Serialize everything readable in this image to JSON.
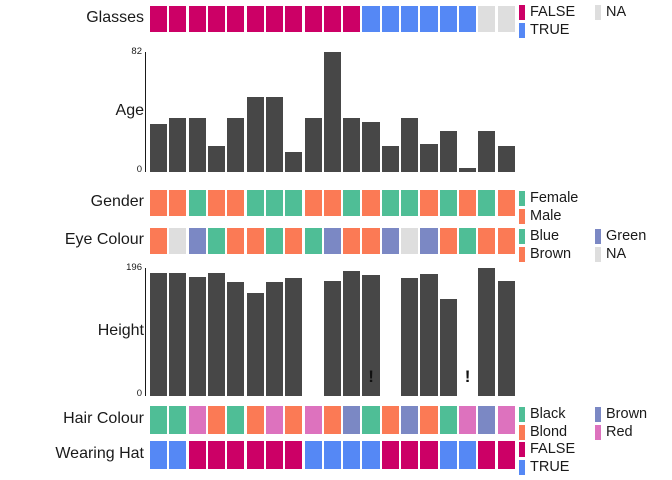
{
  "chart_data": {
    "type": "table",
    "title": "",
    "n_observations": 19,
    "panels": [
      {
        "name": "Glasses",
        "label": "Glasses",
        "type": "categorical-strip",
        "values": [
          "FALSE",
          "FALSE",
          "FALSE",
          "FALSE",
          "FALSE",
          "FALSE",
          "FALSE",
          "FALSE",
          "FALSE",
          "FALSE",
          "FALSE",
          "TRUE",
          "TRUE",
          "TRUE",
          "TRUE",
          "TRUE",
          "TRUE",
          "NA",
          "NA"
        ],
        "legend": [
          {
            "label": "FALSE",
            "color": "#CC0066",
            "col": 0
          },
          {
            "label": "TRUE",
            "color": "#5588F5",
            "col": 0
          },
          {
            "label": "NA",
            "color": "#DEDEDE",
            "col": 1
          }
        ]
      },
      {
        "name": "Age",
        "label": "Age",
        "type": "bar",
        "ylim": [
          0,
          82
        ],
        "ytick_labels": [
          "82",
          "0"
        ],
        "values": [
          33,
          37,
          37,
          18,
          37,
          51,
          51,
          14,
          37,
          82,
          37,
          34,
          18,
          37,
          19,
          28,
          3,
          28,
          18
        ]
      },
      {
        "name": "Gender",
        "label": "Gender",
        "type": "categorical-strip",
        "values": [
          "Male",
          "Male",
          "Female",
          "Male",
          "Male",
          "Female",
          "Female",
          "Female",
          "Male",
          "Male",
          "Female",
          "Male",
          "Female",
          "Female",
          "Male",
          "Female",
          "Male",
          "Female",
          "Male"
        ],
        "legend": [
          {
            "label": "Female",
            "color": "#4FBE96",
            "col": 0
          },
          {
            "label": "Male",
            "color": "#FB7A55",
            "col": 0
          }
        ]
      },
      {
        "name": "Eye Colour",
        "label": "Eye Colour",
        "type": "categorical-strip",
        "values": [
          "Brown",
          "NA",
          "Green",
          "Blue",
          "Brown",
          "Brown",
          "Blue",
          "Brown",
          "Blue",
          "Green",
          "Brown",
          "Brown",
          "Green",
          "NA",
          "Green",
          "Brown",
          "Blue",
          "Brown",
          "Brown"
        ],
        "legend": [
          {
            "label": "Blue",
            "color": "#4FBE96",
            "col": 0
          },
          {
            "label": "Brown",
            "color": "#FB7A55",
            "col": 0
          },
          {
            "label": "Green",
            "color": "#7B88C4",
            "col": 1
          },
          {
            "label": "NA",
            "color": "#DEDEDE",
            "col": 1
          }
        ]
      },
      {
        "name": "Height",
        "label": "Height",
        "type": "bar",
        "ylim": [
          0,
          196
        ],
        "ytick_labels": [
          "196",
          "0"
        ],
        "values": [
          188,
          188,
          182,
          188,
          174,
          158,
          174,
          180,
          null,
          176,
          192,
          185,
          null,
          180,
          187,
          148,
          null,
          196,
          176
        ],
        "missing_markers": [
          "!",
          "!"
        ],
        "missing_marker_indices": [
          11,
          16
        ]
      },
      {
        "name": "Hair Colour",
        "label": "Hair Colour",
        "type": "categorical-strip",
        "values": [
          "Black",
          "Black",
          "Red",
          "Blond",
          "Black",
          "Blond",
          "Red",
          "Blond",
          "Red",
          "Blond",
          "Brown",
          "Black",
          "Blond",
          "Brown",
          "Blond",
          "Black",
          "Red",
          "Brown",
          "Red"
        ],
        "legend": [
          {
            "label": "Black",
            "color": "#4FBE96",
            "col": 0
          },
          {
            "label": "Blond",
            "color": "#FB7A55",
            "col": 0
          },
          {
            "label": "Brown",
            "color": "#7B88C4",
            "col": 1
          },
          {
            "label": "Red",
            "color": "#DD72BE",
            "col": 1
          }
        ]
      },
      {
        "name": "Wearing Hat",
        "label": "Wearing Hat",
        "type": "categorical-strip",
        "values": [
          "TRUE",
          "TRUE",
          "FALSE",
          "FALSE",
          "FALSE",
          "FALSE",
          "FALSE",
          "FALSE",
          "TRUE",
          "TRUE",
          "TRUE",
          "TRUE",
          "FALSE",
          "FALSE",
          "FALSE",
          "TRUE",
          "TRUE",
          "FALSE",
          "FALSE"
        ],
        "legend": [
          {
            "label": "FALSE",
            "color": "#CC0066",
            "col": 0
          },
          {
            "label": "TRUE",
            "color": "#5588F5",
            "col": 0
          }
        ]
      }
    ],
    "colors": {
      "false": "#CC0066",
      "true": "#5588F5",
      "na": "#DEDEDE",
      "female_black_blue": "#4FBE96",
      "male_blond_brown_eye": "#FB7A55",
      "green_brown_hair": "#7B88C4",
      "red": "#DD72BE",
      "bar": "#474747",
      "axis": "#1a1a1a"
    }
  }
}
